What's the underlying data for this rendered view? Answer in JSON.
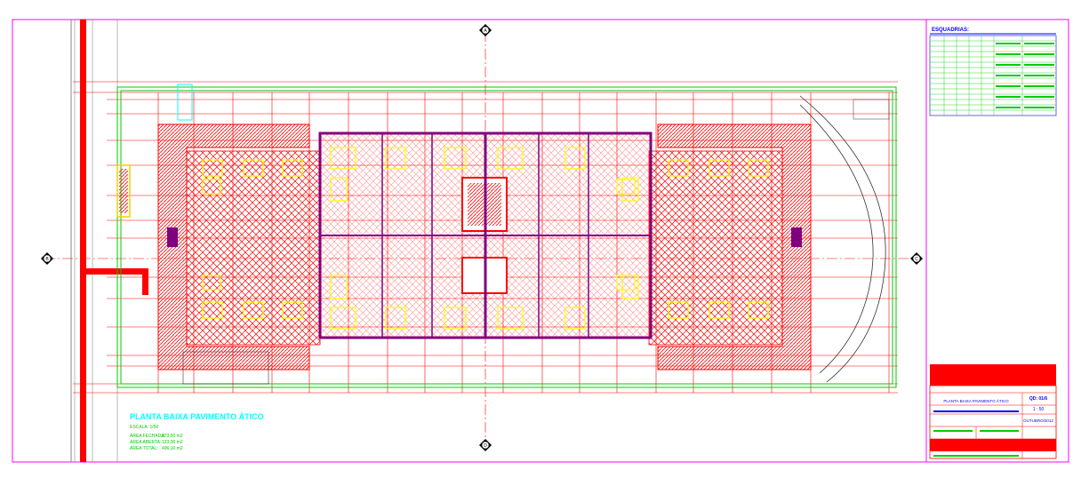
{
  "drawing": {
    "title": "PLANTA BAIXA PAVIMENTO ÁTICO",
    "scale": "ESCALA: 1/50",
    "areas": [
      {
        "label": "ÁREA FECHADA:",
        "value": "373,00 m2"
      },
      {
        "label": "ÁREA ABERTA:",
        "value": "123,00 m2"
      },
      {
        "label": "ÁREA TOTAL:",
        "value": "496,10 m2"
      }
    ],
    "axis_markers": [
      "A",
      "B",
      "C",
      "D"
    ]
  },
  "schedule": {
    "title": "ESQUADRIAS:"
  },
  "title_block": {
    "sheet_code": "QD: 01/6",
    "sheet_scale": "1 : 50",
    "drawing_name": "PLANTA BAIXA PAVIMENTO ÁTICO",
    "date": "OUTUBRO/2012"
  },
  "colors": {
    "walls": "#ff0000",
    "hatch": "#ff0000",
    "furniture": "#ffff00",
    "green_lines": "#00cc00",
    "purple_walls": "#7f007f",
    "cyan_text": "#00ffff",
    "border": "#ff00ff",
    "schedule_header": "#0000ff"
  }
}
